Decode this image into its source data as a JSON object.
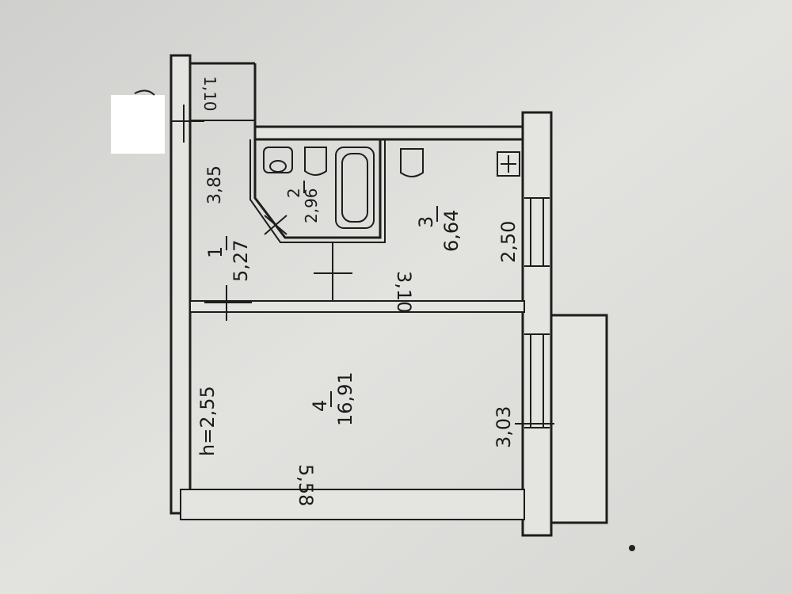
{
  "plan": {
    "rooms": [
      {
        "number": "1",
        "area": "5,27"
      },
      {
        "number": "2",
        "area": "2,96"
      },
      {
        "number": "3",
        "area": "6,64"
      },
      {
        "number": "4",
        "area": "16,91"
      }
    ],
    "dimensions": {
      "top_left": "1,10",
      "corridor_length": "3,85",
      "kitchen_length": "3,10",
      "kitchen_width": "2,50",
      "room_width": "3,03",
      "room_length": "5,58"
    },
    "ceiling_height": "h=2,55"
  }
}
